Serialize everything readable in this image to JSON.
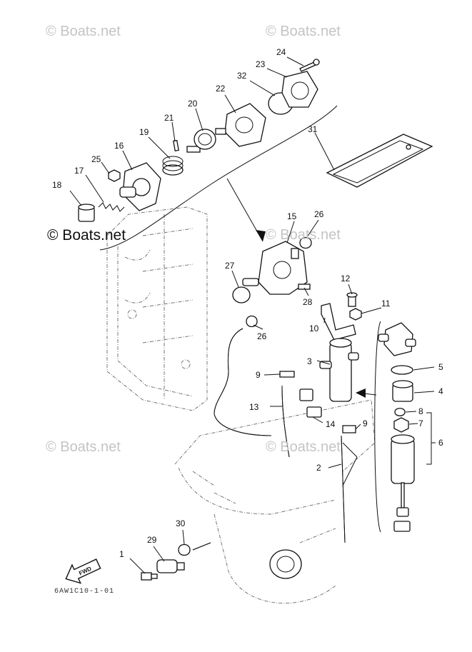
{
  "watermarks": {
    "top_left": "© Boats.net",
    "top_right": "© Boats.net",
    "middle_bold": "© Boats.net",
    "middle_right": "© Boats.net",
    "lower_left": "© Boats.net",
    "lower_right": "© Boats.net"
  },
  "callouts": {
    "c1": "1",
    "c2": "2",
    "c3": "3",
    "c4": "4",
    "c5": "5",
    "c6": "6",
    "c7": "7",
    "c8": "8",
    "c9a": "9",
    "c9b": "9",
    "c10": "10",
    "c11": "11",
    "c12": "12",
    "c13": "13",
    "c14": "14",
    "c15": "15",
    "c16": "16",
    "c17": "17",
    "c18": "18",
    "c19": "19",
    "c20": "20",
    "c21": "21",
    "c22": "22",
    "c23": "23",
    "c24": "24",
    "c25": "25",
    "c26a": "26",
    "c26b": "26",
    "c27": "27",
    "c28": "28",
    "c29": "29",
    "c30": "30",
    "c31": "31",
    "c32": "32"
  },
  "fwd_label": "FWD",
  "diagram_code": "6AW1C10-1-01"
}
